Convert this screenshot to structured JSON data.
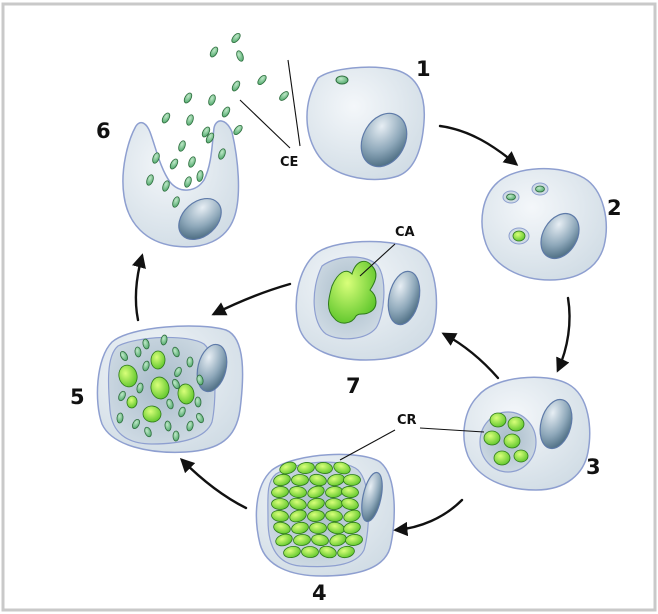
{
  "stages": [
    {
      "id": "1",
      "label": "1"
    },
    {
      "id": "2",
      "label": "2"
    },
    {
      "id": "3",
      "label": "3"
    },
    {
      "id": "4",
      "label": "4"
    },
    {
      "id": "5",
      "label": "5"
    },
    {
      "id": "6",
      "label": "6"
    },
    {
      "id": "7",
      "label": "7"
    }
  ],
  "annotations": {
    "ce": "CE",
    "ca": "CA",
    "cr": "CR"
  },
  "colors": {
    "cell_fill": "#dfe8ee",
    "cell_outline": "#8e9fd0",
    "nucleus_fill": "#6f8fa6",
    "body_fill": "#7dd63a",
    "body_outline": "#2e7a1a",
    "ce_fill": "#6fbf8a",
    "ce_outline": "#2f6e3f",
    "inclusion_fill": "#c4d2dc",
    "arrow": "#111111"
  }
}
